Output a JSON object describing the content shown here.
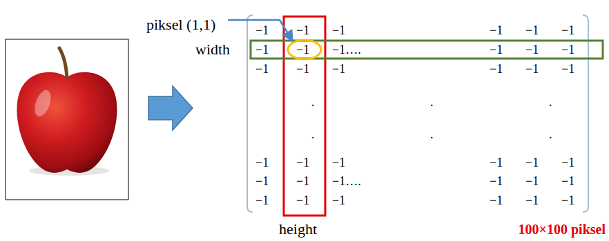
{
  "diagram": {
    "labels": [
      "piksel (1,1)",
      "−1",
      "−1",
      "−1",
      "−1",
      "−1",
      "−1",
      "width",
      "−1",
      "−1",
      "−1….",
      "−1",
      "−1",
      "−1",
      "−1",
      "−1",
      "−1",
      "−1",
      "−1",
      "−1",
      ".",
      ".",
      ".",
      ".",
      ".",
      ".",
      "−1",
      "−1",
      "−1",
      "−1",
      "−1",
      "−1",
      "−1",
      "−1",
      "−1….",
      "−1",
      "−1",
      "−1",
      "−1",
      "−1",
      "−1",
      "−1",
      "−1",
      "−1",
      "height",
      "100×100 piksel"
    ]
  }
}
